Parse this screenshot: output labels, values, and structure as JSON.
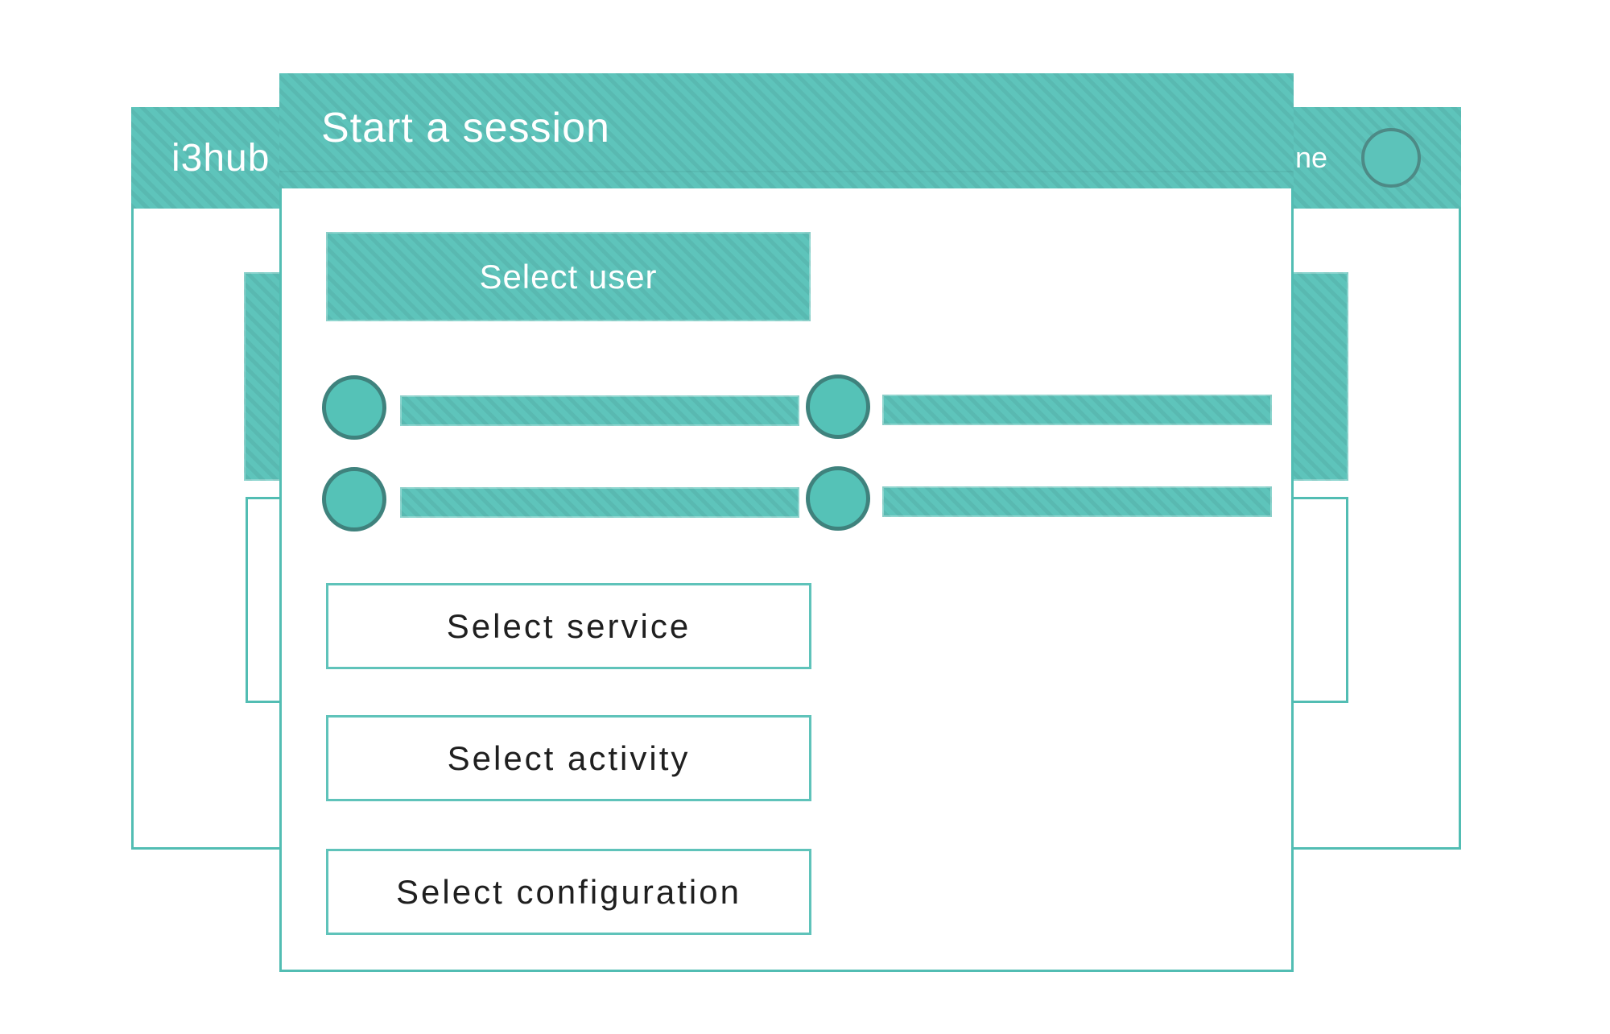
{
  "colors": {
    "teal": "#5ec4bb",
    "border_teal": "#52bdb3",
    "button_border": "#5fc3ba",
    "circle_fill": "#55c2b7",
    "circle_border": "#3f827d",
    "avatar_border": "#4d8a86",
    "text_dark": "#1f1f1f",
    "text_light": "#ffffff"
  },
  "background_window": {
    "brand": "i3hub",
    "nav_text_partial": "ne"
  },
  "modal": {
    "title": "Start a session",
    "select_user_label": "Select user",
    "user_list": {
      "placeholder_items": 4
    },
    "action_buttons": [
      {
        "label": "Select service"
      },
      {
        "label": "Select activity"
      },
      {
        "label": "Select configuration"
      }
    ]
  }
}
